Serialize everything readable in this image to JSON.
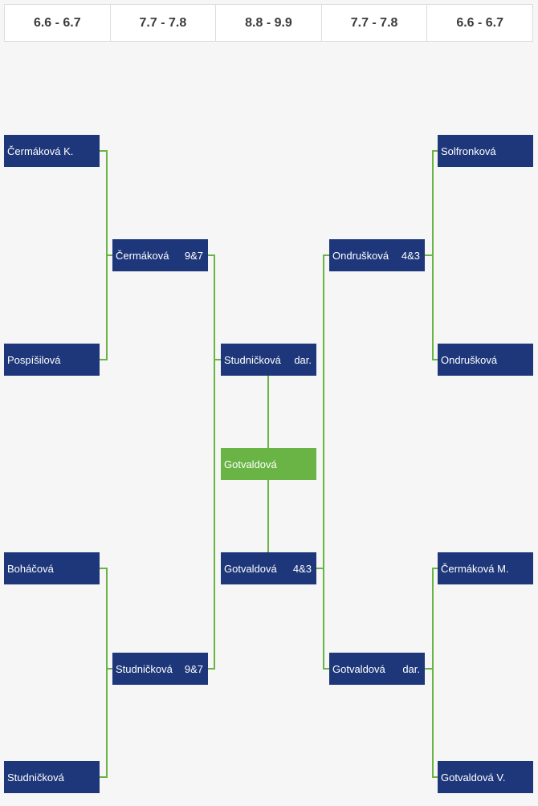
{
  "rounds": [
    "6.6 - 6.7",
    "7.7 - 7.8",
    "8.8 - 9.9",
    "7.7 - 7.8",
    "6.6 - 6.7"
  ],
  "colors": {
    "box": "#1e377a",
    "winner": "#6ab445",
    "connector": "#6ab445"
  },
  "left_r1": [
    "Čermáková K.",
    "Pospíšilová",
    "Boháčová",
    "Studničková"
  ],
  "left_r2": [
    {
      "name": "Čermáková",
      "score": "9&7"
    },
    {
      "name": "Studničková",
      "score": "9&7"
    }
  ],
  "semi_top": {
    "name": "Studničková",
    "score": "dar."
  },
  "winner": {
    "name": "Gotvaldová"
  },
  "semi_bottom": {
    "name": "Gotvaldová",
    "score": "4&3"
  },
  "right_r2": [
    {
      "name": "Ondrušková",
      "score": "4&3"
    },
    {
      "name": "Gotvaldová",
      "score": "dar."
    }
  ],
  "right_r1": [
    "Solfronková",
    "Ondrušková",
    "Čermáková M.",
    "Gotvaldová V."
  ]
}
